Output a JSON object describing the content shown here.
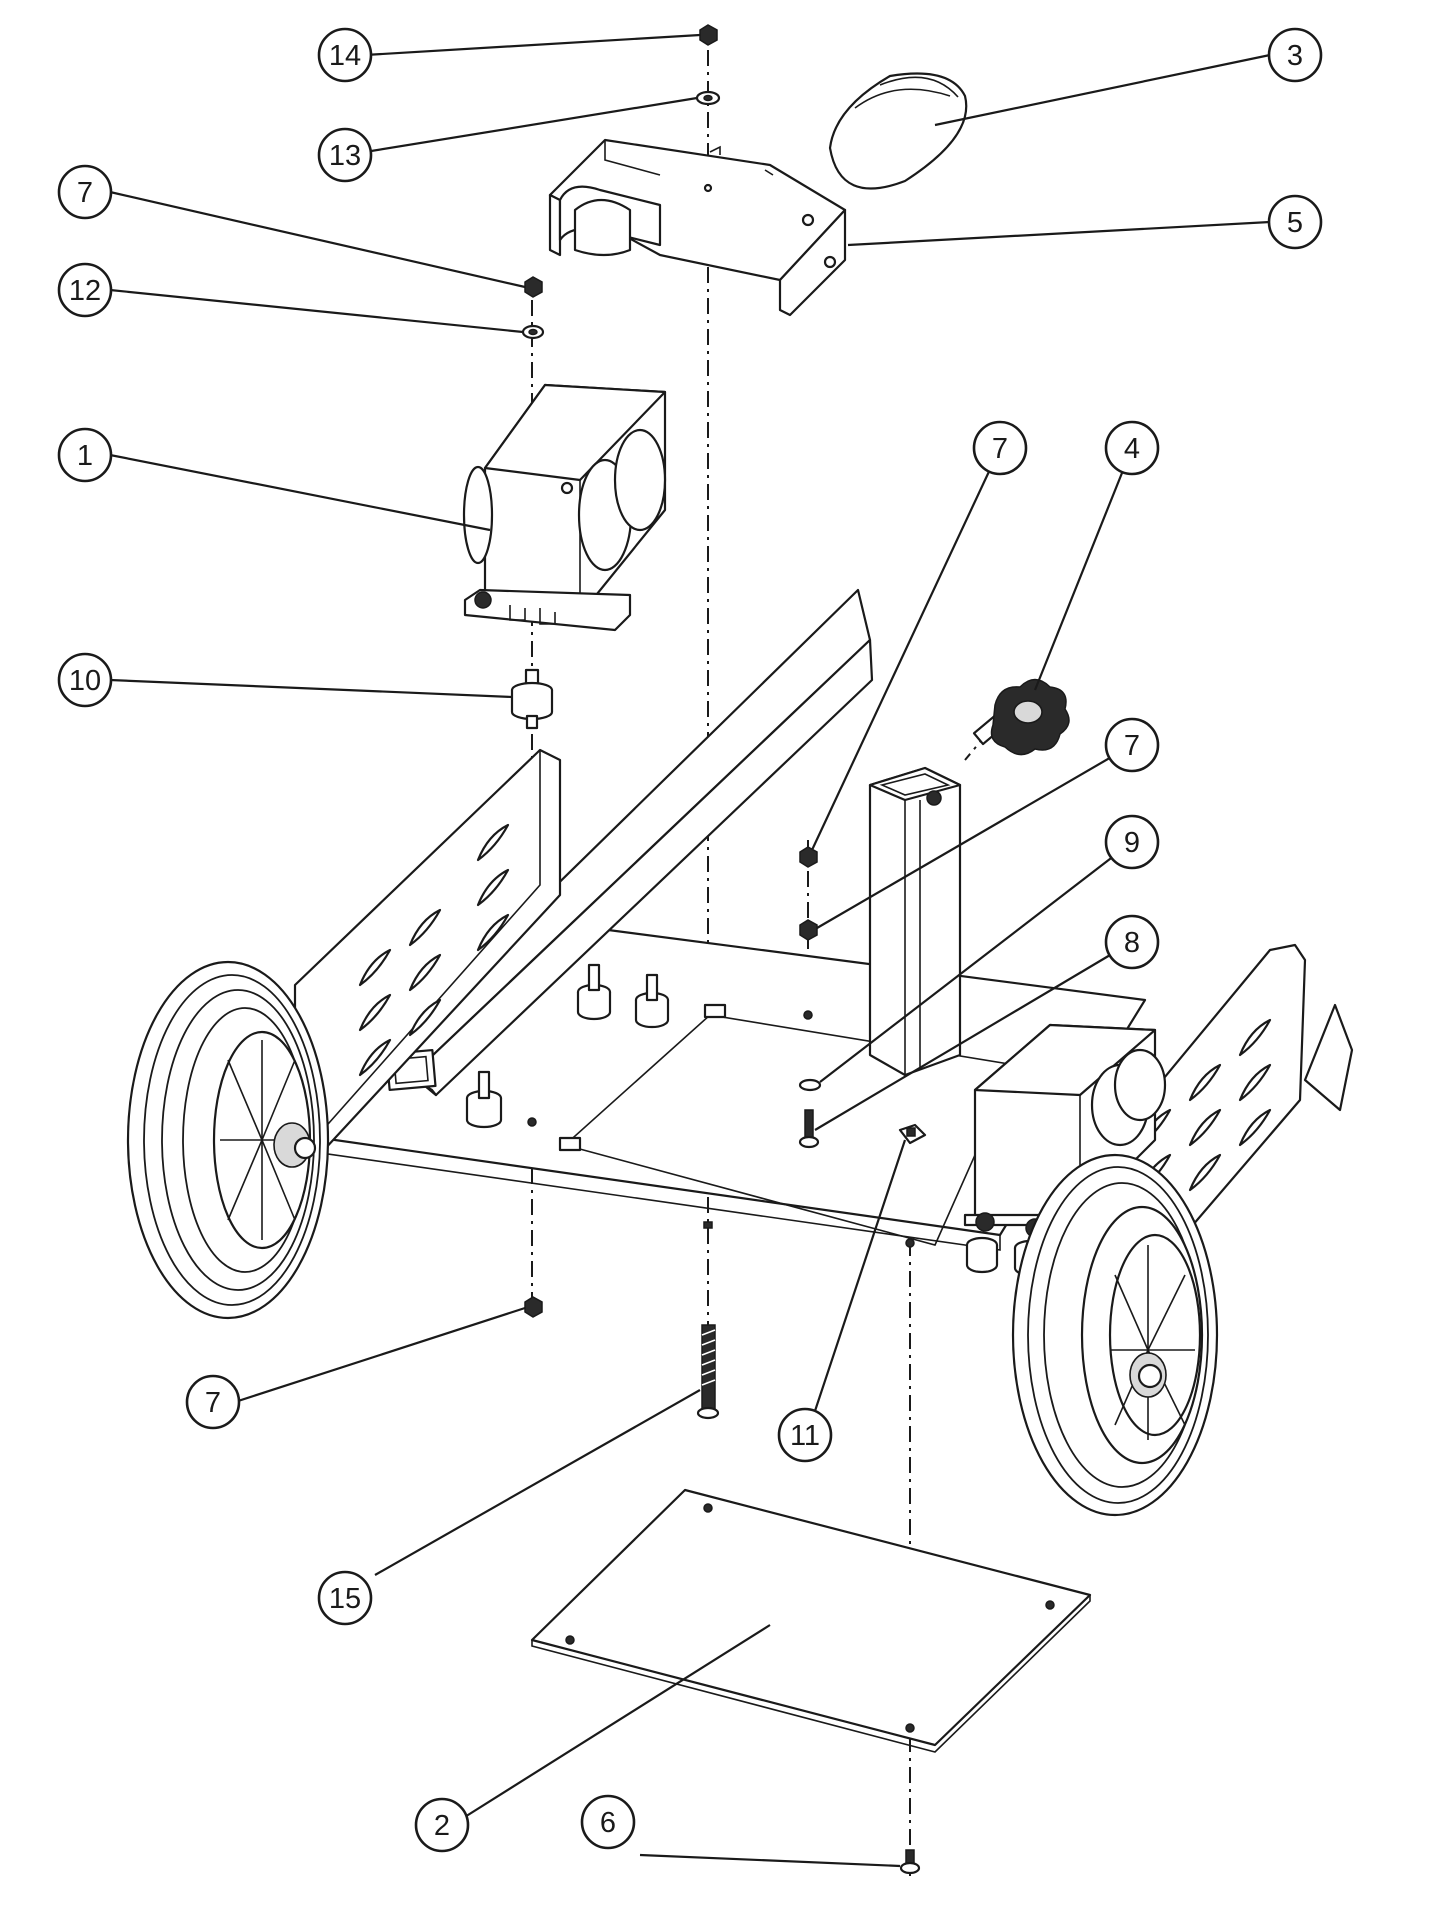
{
  "callouts": [
    {
      "id": "c14",
      "label": "14"
    },
    {
      "id": "c13",
      "label": "13"
    },
    {
      "id": "c3",
      "label": "3"
    },
    {
      "id": "c5",
      "label": "5"
    },
    {
      "id": "c7a",
      "label": "7"
    },
    {
      "id": "c12",
      "label": "12"
    },
    {
      "id": "c1",
      "label": "1"
    },
    {
      "id": "c10",
      "label": "10"
    },
    {
      "id": "c7b",
      "label": "7"
    },
    {
      "id": "c4",
      "label": "4"
    },
    {
      "id": "c7c",
      "label": "7"
    },
    {
      "id": "c9",
      "label": "9"
    },
    {
      "id": "c8",
      "label": "8"
    },
    {
      "id": "c7d",
      "label": "7"
    },
    {
      "id": "c11",
      "label": "11"
    },
    {
      "id": "c15",
      "label": "15"
    },
    {
      "id": "c2",
      "label": "2"
    },
    {
      "id": "c6",
      "label": "6"
    }
  ]
}
